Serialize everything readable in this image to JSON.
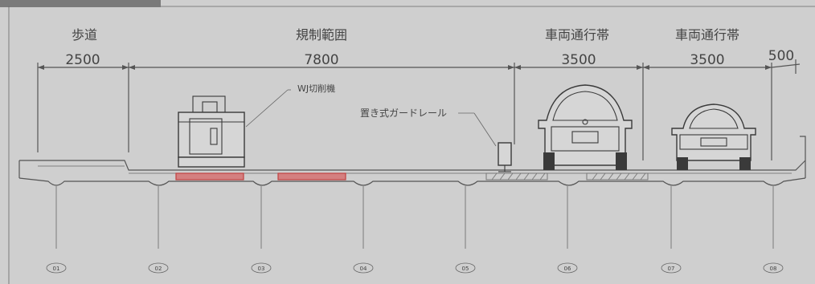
{
  "header_tab_color": "#7a7a7a",
  "zones": [
    {
      "label": "歩道",
      "width": "2500"
    },
    {
      "label": "規制範囲",
      "width": "7800"
    },
    {
      "label": "車両通行帯",
      "width": "3500"
    },
    {
      "label": "車両通行帯",
      "width": "3500"
    },
    {
      "label": "",
      "width": "500"
    }
  ],
  "annotations": {
    "wj_cutter": "WJ切削機",
    "guardrail": "置き式ガードレール"
  },
  "piers": [
    "01",
    "02",
    "03",
    "04",
    "05",
    "06",
    "07",
    "08"
  ],
  "highlight_color": "#d04040"
}
